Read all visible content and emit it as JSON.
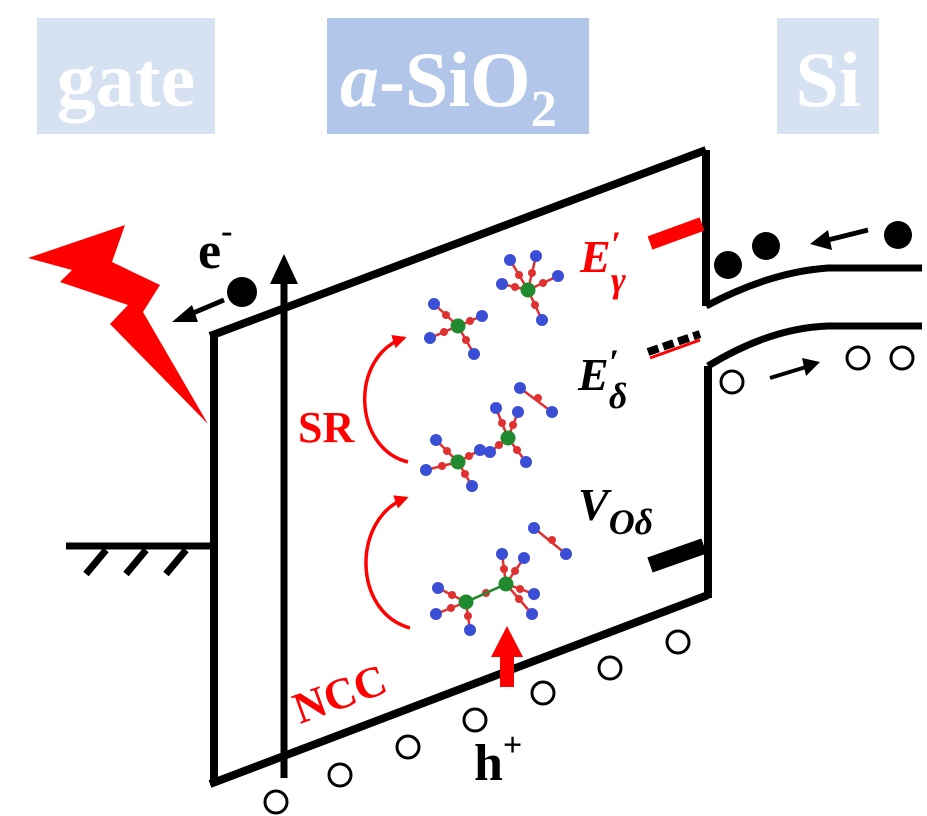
{
  "header": {
    "gate": "gate",
    "oxide_prefix": "a",
    "oxide_main": "-SiO",
    "oxide_sub": "2",
    "si": "Si"
  },
  "labels": {
    "electron": "e",
    "electron_sup": "-",
    "hole": "h",
    "hole_sup": "+",
    "sr": "SR",
    "ncc": "NCC",
    "e_gamma_base": "E",
    "e_gamma_prime": "′",
    "e_gamma_sub": "γ",
    "e_delta_base": "E",
    "e_delta_prime": "′",
    "e_delta_sub": "δ",
    "v_base": "V",
    "v_sub": "Oδ"
  },
  "colors": {
    "gate_box": "#d6e1f2",
    "oxide_box": "#b1c6e8",
    "si_box": "#d6e1f2",
    "accent_red": "#ff0000",
    "silicon_atom": "#1f8b2e",
    "oxygen_atom": "#e03030",
    "hydrogen_atom": "#3a4fd6",
    "line": "#000000"
  },
  "icons": {
    "radiation": "lightning-bolt-icon",
    "electron": "filled-circle-icon",
    "hole": "open-circle-icon"
  }
}
